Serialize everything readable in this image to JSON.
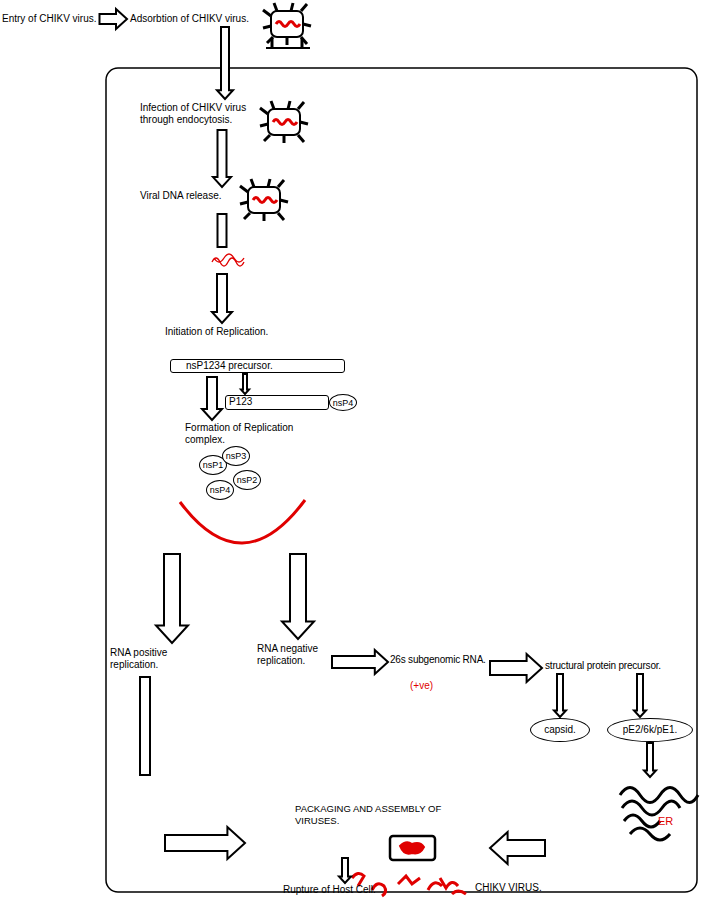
{
  "diagram": {
    "nodes": [
      {
        "text": [
          "Entry of CHIKV virus."
        ]
      },
      {
        "text": [
          "Adsorbtion of CHIKV virus."
        ]
      },
      {
        "text": [
          "Infection of CHIKV virus through endocytosis."
        ]
      },
      {
        "text": [
          "Viral DNA release."
        ]
      },
      {
        "text": [
          "Initiation of Replication."
        ]
      },
      {
        "text": [
          "nsP1234 precursor."
        ]
      },
      {
        "text": [
          "P123"
        ]
      },
      {
        "text": [
          "nsP4"
        ]
      },
      {
        "text": [
          "Formation of Replication complex."
        ]
      },
      {
        "text": [
          "nsP1"
        ],
        "in": 8
      },
      {
        "text": [
          "nsP3"
        ],
        "in": 8
      },
      {
        "text": [
          "nsP2"
        ],
        "in": 8
      },
      {
        "text": [
          "nsP4"
        ],
        "in": 8
      },
      {
        "text": [
          "RNA positive replication."
        ]
      },
      {
        "text": [
          "RNA negative replication."
        ]
      },
      {
        "text": [
          "26s subgenomic RNA.",
          "(+ve)"
        ]
      },
      {
        "text": [
          "structural protein precursor."
        ]
      },
      {
        "text": [
          "capsid."
        ]
      },
      {
        "text": [
          "pE2/6k/pE1."
        ]
      },
      {
        "text": [
          "ER"
        ]
      },
      {
        "text": [
          "PACKAGING AND ASSEMBLY OF VIRUSES."
        ]
      },
      {
        "text": [
          "Rupture of Host Cell."
        ]
      }
    ],
    "edges": [
      {
        "from": 0,
        "to": 1,
        "arrow": "to"
      },
      {
        "from": 1,
        "to": 2,
        "arrow": "to"
      },
      {
        "from": 2,
        "to": 3,
        "arrow": "to"
      },
      {
        "from": 3,
        "to": 4,
        "arrow": "to"
      },
      {
        "from": 5,
        "to": 6,
        "arrow": "to"
      },
      {
        "from": 5,
        "to": 8,
        "arrow": "to"
      },
      {
        "from": 8,
        "to": 13,
        "arrow": "to"
      },
      {
        "from": 8,
        "to": 14,
        "arrow": "to"
      },
      {
        "from": 14,
        "to": 15,
        "arrow": "to"
      },
      {
        "from": 15,
        "to": 16,
        "arrow": "to"
      },
      {
        "from": 16,
        "to": 17,
        "arrow": "to"
      },
      {
        "from": 16,
        "to": 18,
        "arrow": "to"
      },
      {
        "from": 18,
        "to": 19,
        "arrow": "to"
      },
      {
        "from": 13,
        "to": 20,
        "arrow": "to"
      },
      {
        "from": 19,
        "to": 20,
        "arrow": "to"
      },
      {
        "from": 20,
        "to": 21,
        "arrow": "to"
      }
    ],
    "labels": [
      "CHIKV VIRUS."
    ]
  }
}
